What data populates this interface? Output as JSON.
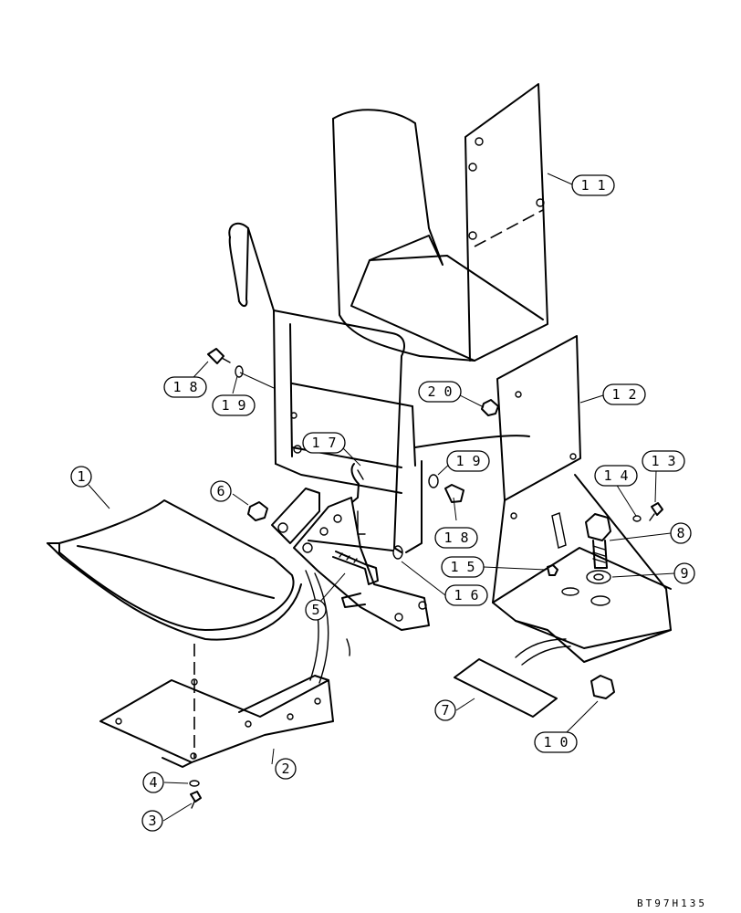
{
  "diagram": {
    "reference_code": "BT97H135",
    "callouts": [
      {
        "id": "c1",
        "label": "1"
      },
      {
        "id": "c2",
        "label": "2"
      },
      {
        "id": "c3",
        "label": "3"
      },
      {
        "id": "c4",
        "label": "4"
      },
      {
        "id": "c5",
        "label": "5"
      },
      {
        "id": "c6",
        "label": "6"
      },
      {
        "id": "c7",
        "label": "7"
      },
      {
        "id": "c8",
        "label": "8"
      },
      {
        "id": "c9",
        "label": "9"
      },
      {
        "id": "c10",
        "label": "1 0"
      },
      {
        "id": "c11",
        "label": "1 1"
      },
      {
        "id": "c12",
        "label": "1 2"
      },
      {
        "id": "c13",
        "label": "1 3"
      },
      {
        "id": "c14",
        "label": "1 4"
      },
      {
        "id": "c15",
        "label": "1 5"
      },
      {
        "id": "c16",
        "label": "1 6"
      },
      {
        "id": "c17",
        "label": "1 7"
      },
      {
        "id": "c18a",
        "label": "1 8"
      },
      {
        "id": "c18b",
        "label": "1 8"
      },
      {
        "id": "c19a",
        "label": "1 9"
      },
      {
        "id": "c19b",
        "label": "1 9"
      },
      {
        "id": "c20",
        "label": "2 0"
      }
    ]
  }
}
